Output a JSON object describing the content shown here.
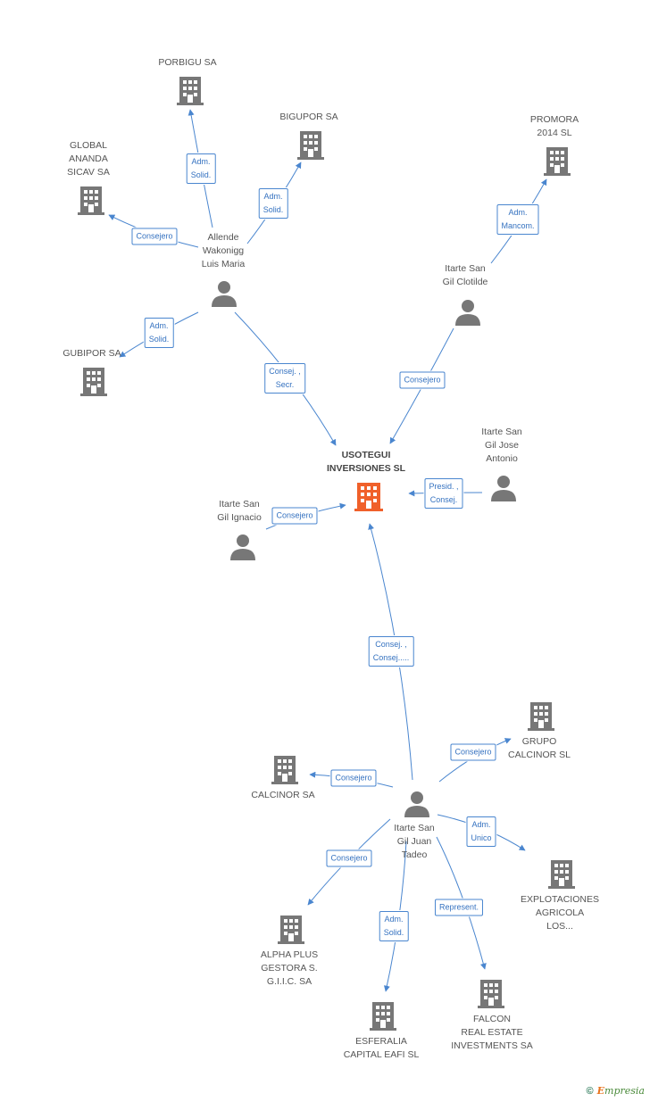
{
  "nodes": {
    "usotegui": "USOTEGUI\nINVERSIONES SL",
    "porbigu": "PORBIGU SA",
    "bigupor": "BIGUPOR SA",
    "global_ananda": "GLOBAL\nANANDA\nSICAV SA",
    "allende": "Allende\nWakonigg\nLuis Maria",
    "gubipor": "GUBIPOR SA",
    "promora": "PROMORA\n2014  SL",
    "clotilde": "Itarte San\nGil Clotilde",
    "jose_antonio": "Itarte San\nGil Jose\nAntonio",
    "ignacio": "Itarte San\nGil Ignacio",
    "juan_tadeo": "Itarte San\nGil Juan\nTadeo",
    "grupo_calcinor": "GRUPO\nCALCINOR SL",
    "calcinor": "CALCINOR SA",
    "explotaciones": "EXPLOTACIONES\nAGRICOLA\nLOS...",
    "alpha_plus": "ALPHA PLUS\nGESTORA S.\nG.I.I.C. SA",
    "esferalia": "ESFERALIA\nCAPITAL EAFI SL",
    "falcon": "FALCON\nREAL ESTATE\nINVESTMENTS SA"
  },
  "relations": {
    "allende_porbigu": "Adm.\nSolid.",
    "allende_bigupor": "Adm.\nSolid.",
    "allende_global": "Consejero",
    "allende_gubipor": "Adm.\nSolid.",
    "allende_usotegui": "Consej. ,\nSecr.",
    "clotilde_promora": "Adm.\nMancom.",
    "clotilde_usotegui": "Consejero",
    "jose_usotegui": "Presid. ,\nConsej.",
    "ignacio_usotegui": "Consejero",
    "juan_usotegui": "Consej. ,\nConsej.....",
    "juan_grupo": "Consejero",
    "juan_calcinor": "Consejero",
    "juan_explotaciones": "Adm.\nUnico",
    "juan_alpha": "Consejero",
    "juan_esferalia": "Adm.\nSolid.",
    "juan_falcon": "Represent."
  },
  "colors": {
    "main_company": "#f0602a",
    "company": "#777777",
    "person": "#777777",
    "edge": "#4a86cf"
  },
  "footer": {
    "copyright": "©",
    "brand_e": "E",
    "brand_rest": "mpresia"
  }
}
